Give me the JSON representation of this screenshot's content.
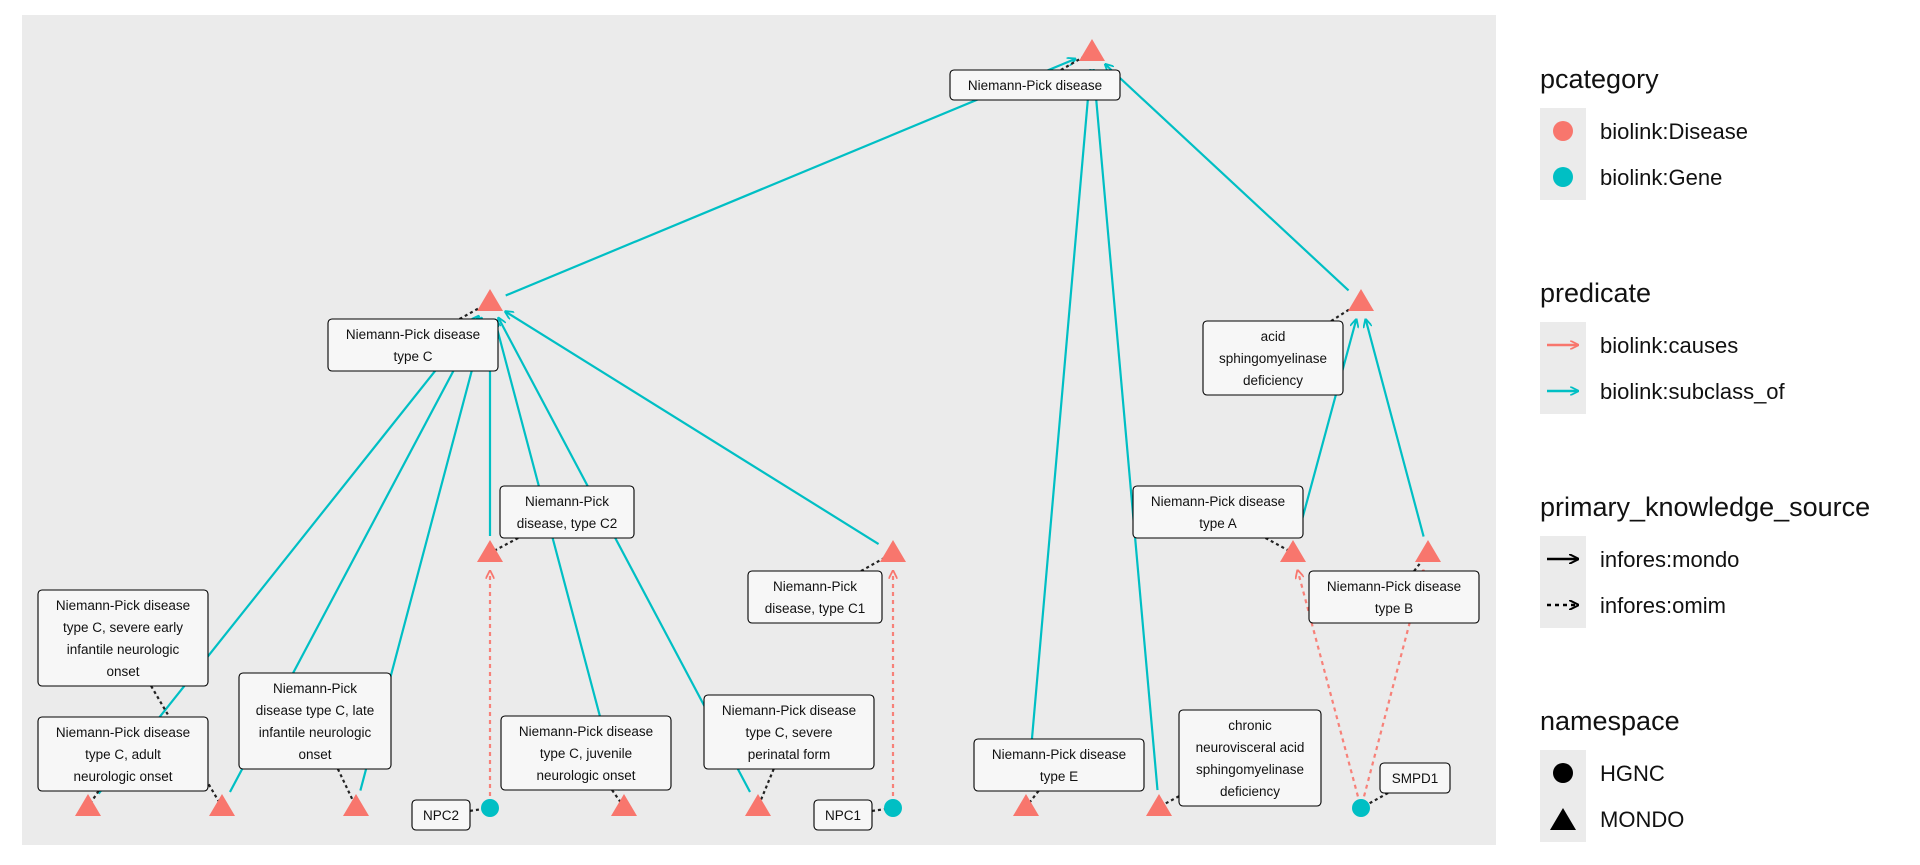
{
  "colors": {
    "disease": "#F8766D",
    "gene": "#00BFC4",
    "panel": "#ebebeb",
    "mondo_edge": "#00BFC4",
    "causes_edge": "#F8766D"
  },
  "nodes": [
    {
      "id": "np",
      "label": [
        "Niemann-Pick disease"
      ],
      "category": "disease",
      "shape": "triangle"
    },
    {
      "id": "npc",
      "label": [
        "Niemann-Pick disease",
        "type C"
      ],
      "category": "disease",
      "shape": "triangle"
    },
    {
      "id": "asmd",
      "label": [
        "acid",
        "sphingomyelinase",
        "deficiency"
      ],
      "category": "disease",
      "shape": "triangle"
    },
    {
      "id": "npc2d",
      "label": [
        "Niemann-Pick",
        "disease, type C2"
      ],
      "category": "disease",
      "shape": "triangle"
    },
    {
      "id": "npc1d",
      "label": [
        "Niemann-Pick",
        "disease, type C1"
      ],
      "category": "disease",
      "shape": "triangle"
    },
    {
      "id": "npa",
      "label": [
        "Niemann-Pick disease",
        "type A"
      ],
      "category": "disease",
      "shape": "triangle"
    },
    {
      "id": "npb",
      "label": [
        "Niemann-Pick disease",
        "type B"
      ],
      "category": "disease",
      "shape": "triangle"
    },
    {
      "id": "npcadult",
      "label": [
        "Niemann-Pick disease",
        "type C, adult",
        "neurologic onset"
      ],
      "category": "disease",
      "shape": "triangle"
    },
    {
      "id": "npcsevere",
      "label": [
        "Niemann-Pick disease",
        "type C, severe early",
        "infantile neurologic",
        "onset"
      ],
      "category": "disease",
      "shape": "triangle"
    },
    {
      "id": "npclate",
      "label": [
        "Niemann-Pick",
        "disease type C, late",
        "infantile neurologic",
        "onset"
      ],
      "category": "disease",
      "shape": "triangle"
    },
    {
      "id": "npcjuv",
      "label": [
        "Niemann-Pick disease",
        "type C, juvenile",
        "neurologic onset"
      ],
      "category": "disease",
      "shape": "triangle"
    },
    {
      "id": "npcperi",
      "label": [
        "Niemann-Pick disease",
        "type C, severe",
        "perinatal form"
      ],
      "category": "disease",
      "shape": "triangle"
    },
    {
      "id": "npe",
      "label": [
        "Niemann-Pick disease",
        "type E"
      ],
      "category": "disease",
      "shape": "triangle"
    },
    {
      "id": "chronic",
      "label": [
        "chronic",
        "neurovisceral acid",
        "sphingomyelinase",
        "deficiency"
      ],
      "category": "disease",
      "shape": "triangle"
    },
    {
      "id": "npc2g",
      "label": [
        "NPC2"
      ],
      "category": "gene",
      "shape": "circle"
    },
    {
      "id": "npc1g",
      "label": [
        "NPC1"
      ],
      "category": "gene",
      "shape": "circle"
    },
    {
      "id": "smpd1",
      "label": [
        "SMPD1"
      ],
      "category": "gene",
      "shape": "circle"
    }
  ],
  "edges": [
    {
      "from": "npc",
      "to": "np",
      "predicate": "subclass_of",
      "source": "mondo"
    },
    {
      "from": "asmd",
      "to": "np",
      "predicate": "subclass_of",
      "source": "mondo"
    },
    {
      "from": "npe",
      "to": "np",
      "predicate": "subclass_of",
      "source": "mondo"
    },
    {
      "from": "chronic",
      "to": "np",
      "predicate": "subclass_of",
      "source": "mondo"
    },
    {
      "from": "npcadult",
      "to": "npc",
      "predicate": "subclass_of",
      "source": "mondo"
    },
    {
      "from": "npcsevere",
      "to": "npc",
      "predicate": "subclass_of",
      "source": "mondo"
    },
    {
      "from": "npclate",
      "to": "npc",
      "predicate": "subclass_of",
      "source": "mondo"
    },
    {
      "from": "npc2d",
      "to": "npc",
      "predicate": "subclass_of",
      "source": "mondo"
    },
    {
      "from": "npcjuv",
      "to": "npc",
      "predicate": "subclass_of",
      "source": "mondo"
    },
    {
      "from": "npcperi",
      "to": "npc",
      "predicate": "subclass_of",
      "source": "mondo"
    },
    {
      "from": "npc1d",
      "to": "npc",
      "predicate": "subclass_of",
      "source": "mondo"
    },
    {
      "from": "npa",
      "to": "asmd",
      "predicate": "subclass_of",
      "source": "mondo"
    },
    {
      "from": "npb",
      "to": "asmd",
      "predicate": "subclass_of",
      "source": "mondo"
    },
    {
      "from": "npc2g",
      "to": "npc2d",
      "predicate": "causes",
      "source": "omim"
    },
    {
      "from": "npc1g",
      "to": "npc1d",
      "predicate": "causes",
      "source": "omim"
    },
    {
      "from": "smpd1",
      "to": "npa",
      "predicate": "causes",
      "source": "omim"
    },
    {
      "from": "smpd1",
      "to": "npb",
      "predicate": "causes",
      "source": "omim"
    }
  ],
  "legend": [
    {
      "title": "pcategory",
      "items": [
        {
          "label": "biolink:Disease",
          "key": "dot",
          "color": "#F8766D"
        },
        {
          "label": "biolink:Gene",
          "key": "dot",
          "color": "#00BFC4"
        }
      ]
    },
    {
      "title": "predicate",
      "items": [
        {
          "label": "biolink:causes",
          "key": "arrow",
          "color": "#F8766D"
        },
        {
          "label": "biolink:subclass_of",
          "key": "arrow",
          "color": "#00BFC4"
        }
      ]
    },
    {
      "title": "primary_knowledge_source",
      "items": [
        {
          "label": "infores:mondo",
          "key": "solid-arrow",
          "color": "#000000"
        },
        {
          "label": "infores:omim",
          "key": "dotted-arrow",
          "color": "#000000"
        }
      ]
    },
    {
      "title": "namespace",
      "items": [
        {
          "label": "HGNC",
          "key": "circle",
          "color": "#000000"
        },
        {
          "label": "MONDO",
          "key": "triangle",
          "color": "#000000"
        }
      ]
    }
  ]
}
